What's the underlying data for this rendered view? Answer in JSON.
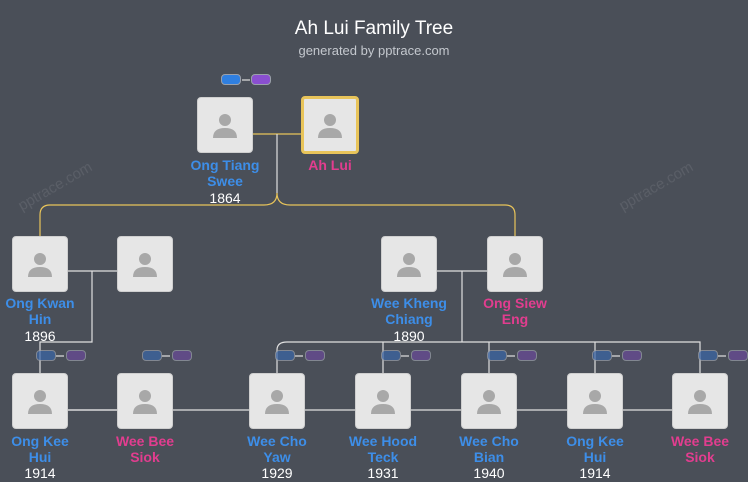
{
  "title": "Ah Lui Family Tree",
  "subtitle": "generated by pptrace.com",
  "watermark": "pptrace.com",
  "colors": {
    "background": "#4a4f58",
    "male": "#3d8ee8",
    "female": "#e23d8f",
    "line": "#e0e0e0",
    "highlight_line": "#e8c45a"
  },
  "people": [
    {
      "id": "ong-tiang-swee",
      "name": "Ong Tiang Swee",
      "year": "1864",
      "gender": "male",
      "lines": [
        "Ong Tiang",
        "Swee"
      ]
    },
    {
      "id": "ah-lui",
      "name": "Ah Lui",
      "year": "",
      "gender": "female",
      "selected": true,
      "lines": [
        "Ah Lui"
      ]
    },
    {
      "id": "ong-kwan-hin",
      "name": "Ong Kwan Hin",
      "year": "1896",
      "gender": "male",
      "lines": [
        "Ong Kwan",
        "Hin"
      ]
    },
    {
      "id": "spouse-ong-kwan-hin",
      "name": "",
      "year": "",
      "gender": "unknown",
      "lines": []
    },
    {
      "id": "wee-kheng-chiang",
      "name": "Wee Kheng Chiang",
      "year": "1890",
      "gender": "male",
      "lines": [
        "Wee Kheng",
        "Chiang"
      ]
    },
    {
      "id": "ong-siew-eng",
      "name": "Ong Siew Eng",
      "year": "",
      "gender": "female",
      "lines": [
        "Ong Siew",
        "Eng"
      ]
    },
    {
      "id": "ong-kee-hui-1",
      "name": "Ong Kee Hui",
      "year": "1914",
      "gender": "male",
      "lines": [
        "Ong Kee",
        "Hui"
      ]
    },
    {
      "id": "wee-bee-siok-1",
      "name": "Wee Bee Siok",
      "year": "",
      "gender": "female",
      "lines": [
        "Wee Bee",
        "Siok"
      ]
    },
    {
      "id": "wee-cho-yaw",
      "name": "Wee Cho Yaw",
      "year": "1929",
      "gender": "male",
      "lines": [
        "Wee Cho",
        "Yaw"
      ]
    },
    {
      "id": "wee-hood-teck",
      "name": "Wee Hood Teck",
      "year": "1931",
      "gender": "male",
      "lines": [
        "Wee Hood",
        "Teck"
      ]
    },
    {
      "id": "wee-cho-bian",
      "name": "Wee Cho Bian",
      "year": "1940",
      "gender": "male",
      "lines": [
        "Wee Cho",
        "Bian"
      ]
    },
    {
      "id": "ong-kee-hui-2",
      "name": "Ong Kee Hui",
      "year": "1914",
      "gender": "male",
      "lines": [
        "Ong Kee",
        "Hui"
      ]
    },
    {
      "id": "wee-bee-siok-2",
      "name": "Wee Bee Siok",
      "year": "",
      "gender": "female",
      "lines": [
        "Wee Bee",
        "Siok"
      ]
    }
  ]
}
